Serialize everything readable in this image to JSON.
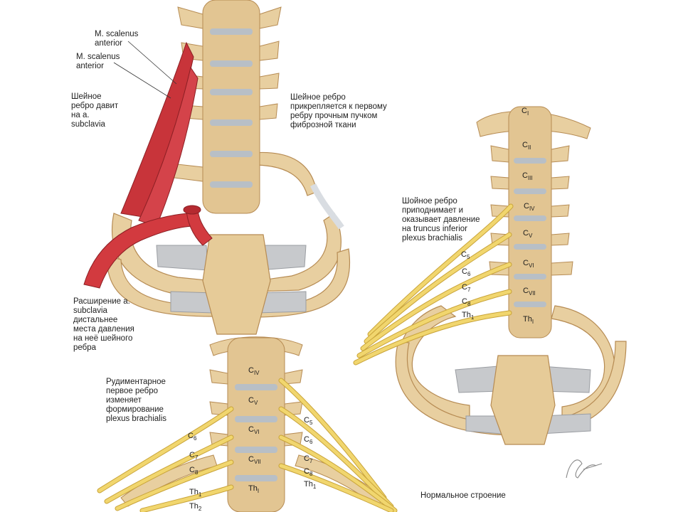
{
  "labels": {
    "scalenus_1": "M. scalenus\nanterior",
    "scalenus_2": "M. scalenus\nanterior",
    "rib_presses": "Шейное\nребро давит\nна a.\nsubclavia",
    "rib_attached": "Шейное ребро\nприкрепляется к первому\nребру прочным  пучком\nфиброзной ткани",
    "rib_lifts": "Шойное ребро\nприподнимает и\nоказывает давление\nна truncus inferior\nplexus brachialis",
    "dilation": "Расширение a.\nsubclavia\nдистальнее\nместа давления\nна неё шейного\nребра",
    "rudimentary": "Рудиментарное\nпервое ребро\nизменяет\nформирование\nplexus brachialis",
    "normal": "Нормальное строение"
  },
  "vertebra_labels": {
    "right_panel": [
      {
        "base": "C",
        "sub": "I"
      },
      {
        "base": "C",
        "sub": "II"
      },
      {
        "base": "C",
        "sub": "III"
      },
      {
        "base": "C",
        "sub": "IV"
      },
      {
        "base": "C",
        "sub": "V"
      },
      {
        "base": "C",
        "sub": "VI"
      },
      {
        "base": "C",
        "sub": "VII"
      },
      {
        "base": "Th",
        "sub": "I"
      }
    ],
    "bottom_panel": [
      {
        "base": "C",
        "sub": "IV"
      },
      {
        "base": "C",
        "sub": "V"
      },
      {
        "base": "C",
        "sub": "VI"
      },
      {
        "base": "C",
        "sub": "VII"
      },
      {
        "base": "Th",
        "sub": "I"
      }
    ]
  },
  "nerve_labels": {
    "right_panel": [
      {
        "base": "C",
        "sub": "5"
      },
      {
        "base": "C",
        "sub": "6"
      },
      {
        "base": "C",
        "sub": "7"
      },
      {
        "base": "C",
        "sub": "8"
      },
      {
        "base": "Th",
        "sub": "1"
      }
    ],
    "bottom_left": [
      {
        "base": "C",
        "sub": "6"
      },
      {
        "base": "C",
        "sub": "7"
      },
      {
        "base": "C",
        "sub": "8"
      },
      {
        "base": "Th",
        "sub": "1"
      },
      {
        "base": "Th",
        "sub": "2"
      }
    ],
    "bottom_right": [
      {
        "base": "C",
        "sub": "5"
      },
      {
        "base": "C",
        "sub": "6"
      },
      {
        "base": "C",
        "sub": "7"
      },
      {
        "base": "C",
        "sub": "8"
      },
      {
        "base": "Th",
        "sub": "1"
      }
    ]
  },
  "colors": {
    "bone": "#e8cfa0",
    "bone_shadow": "#c9a36a",
    "disc": "#b8bfc6",
    "cartilage": "#c7c9cc",
    "muscle": "#c8343a",
    "artery": "#d23a3f",
    "nerve": "#f1d66e",
    "nerve_edge": "#c9a43a",
    "text": "#222222"
  }
}
